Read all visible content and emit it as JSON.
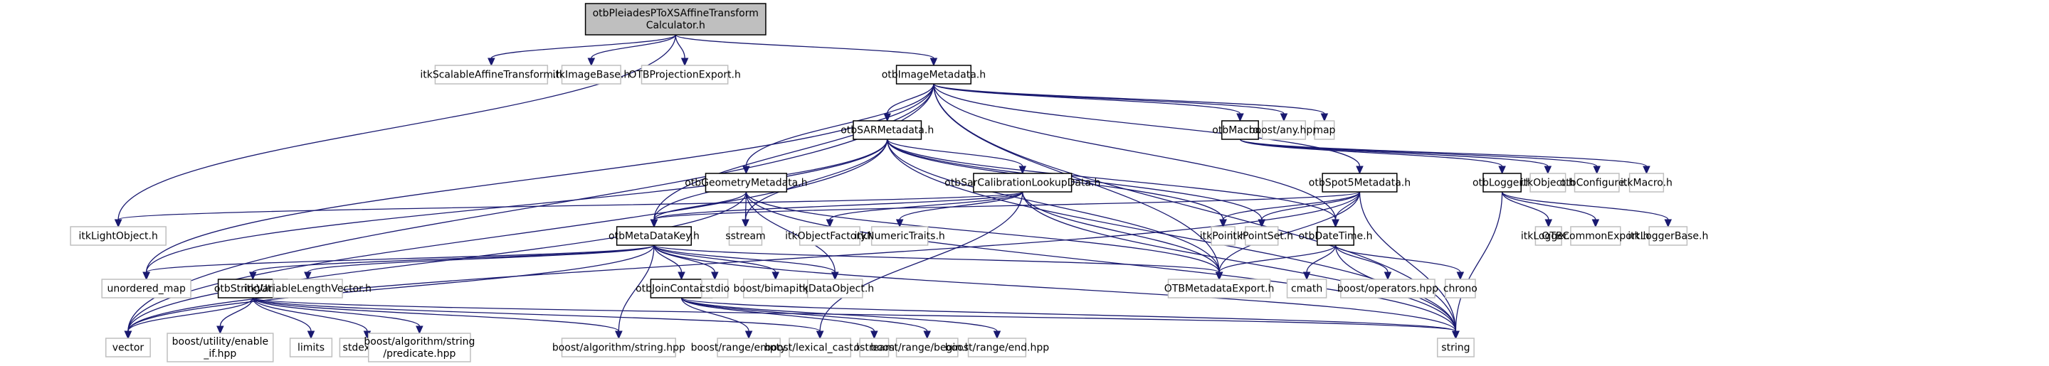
{
  "title": "otbPleiadesPToXSAffineTransformCalculator.h include dependency graph",
  "colors": {
    "edge": "#191970",
    "root_fill": "#bfbfbf",
    "internal_border": "#000000",
    "external_border": "#bfbfbf"
  },
  "nodes": [
    {
      "id": "root",
      "lines": [
        "otbPleiadesPToXSAffineTransform",
        "Calculator.h"
      ],
      "kind": "root"
    },
    {
      "id": "itkScalableAffineTransform",
      "lines": [
        "itkScalableAffineTransform.h"
      ],
      "kind": "ext"
    },
    {
      "id": "itkImageBase",
      "lines": [
        "itkImageBase.h"
      ],
      "kind": "ext"
    },
    {
      "id": "OTBProjectionExport",
      "lines": [
        "OTBProjectionExport.h"
      ],
      "kind": "ext"
    },
    {
      "id": "otbImageMetadata",
      "lines": [
        "otbImageMetadata.h"
      ],
      "kind": "int"
    },
    {
      "id": "otbSARMetadata",
      "lines": [
        "otbSARMetadata.h"
      ],
      "kind": "int"
    },
    {
      "id": "otbMacro",
      "lines": [
        "otbMacro.h"
      ],
      "kind": "int"
    },
    {
      "id": "boostAny",
      "lines": [
        "boost/any.hpp"
      ],
      "kind": "ext"
    },
    {
      "id": "map",
      "lines": [
        "map"
      ],
      "kind": "ext"
    },
    {
      "id": "otbGeometryMetadata",
      "lines": [
        "otbGeometryMetadata.h"
      ],
      "kind": "int"
    },
    {
      "id": "otbSarCalibrationLookupData",
      "lines": [
        "otbSarCalibrationLookupData.h"
      ],
      "kind": "int"
    },
    {
      "id": "otbSpot5Metadata",
      "lines": [
        "otbSpot5Metadata.h"
      ],
      "kind": "int"
    },
    {
      "id": "otbLogger",
      "lines": [
        "otbLogger.h"
      ],
      "kind": "int"
    },
    {
      "id": "itkObject",
      "lines": [
        "itkObject.h"
      ],
      "kind": "ext"
    },
    {
      "id": "otbConfigure",
      "lines": [
        "otbConfigure.h"
      ],
      "kind": "ext"
    },
    {
      "id": "itkMacro",
      "lines": [
        "itkMacro.h"
      ],
      "kind": "ext"
    },
    {
      "id": "itkLightObject",
      "lines": [
        "itkLightObject.h"
      ],
      "kind": "ext"
    },
    {
      "id": "otbMetaDataKey",
      "lines": [
        "otbMetaDataKey.h"
      ],
      "kind": "int"
    },
    {
      "id": "sstream",
      "lines": [
        "sstream"
      ],
      "kind": "ext"
    },
    {
      "id": "itkObjectFactory",
      "lines": [
        "itkObjectFactory.h"
      ],
      "kind": "ext"
    },
    {
      "id": "itkNumericTraits",
      "lines": [
        "itkNumericTraits.h"
      ],
      "kind": "ext"
    },
    {
      "id": "itkPoint",
      "lines": [
        "itkPoint.h"
      ],
      "kind": "ext"
    },
    {
      "id": "itkPointSet",
      "lines": [
        "itkPointSet.h"
      ],
      "kind": "ext"
    },
    {
      "id": "otbDateTime",
      "lines": [
        "otbDateTime.h"
      ],
      "kind": "int"
    },
    {
      "id": "itkLogger",
      "lines": [
        "itkLogger.h"
      ],
      "kind": "ext"
    },
    {
      "id": "OTBCommonExport",
      "lines": [
        "OTBCommonExport.h"
      ],
      "kind": "ext"
    },
    {
      "id": "itkLoggerBase",
      "lines": [
        "itkLoggerBase.h"
      ],
      "kind": "ext"
    },
    {
      "id": "unordered_map",
      "lines": [
        "unordered_map"
      ],
      "kind": "ext"
    },
    {
      "id": "otbStringUtils",
      "lines": [
        "otbStringUtils.h"
      ],
      "kind": "int"
    },
    {
      "id": "itkVariableLengthVector",
      "lines": [
        "itkVariableLengthVector.h"
      ],
      "kind": "ext"
    },
    {
      "id": "otbJoinContainer",
      "lines": [
        "otbJoinContainer.h"
      ],
      "kind": "int"
    },
    {
      "id": "cstdio",
      "lines": [
        "cstdio"
      ],
      "kind": "ext"
    },
    {
      "id": "boostBimap",
      "lines": [
        "boost/bimap.hpp"
      ],
      "kind": "ext"
    },
    {
      "id": "itkDataObject",
      "lines": [
        "itkDataObject.h"
      ],
      "kind": "ext"
    },
    {
      "id": "OTBMetadataExport",
      "lines": [
        "OTBMetadataExport.h"
      ],
      "kind": "ext"
    },
    {
      "id": "cmath",
      "lines": [
        "cmath"
      ],
      "kind": "ext"
    },
    {
      "id": "boostOperators",
      "lines": [
        "boost/operators.hpp"
      ],
      "kind": "ext"
    },
    {
      "id": "chrono",
      "lines": [
        "chrono"
      ],
      "kind": "ext"
    },
    {
      "id": "vector",
      "lines": [
        "vector"
      ],
      "kind": "ext"
    },
    {
      "id": "boostEnableIf",
      "lines": [
        "boost/utility/enable",
        "_if.hpp"
      ],
      "kind": "ext"
    },
    {
      "id": "limits",
      "lines": [
        "limits"
      ],
      "kind": "ext"
    },
    {
      "id": "stdexcept",
      "lines": [
        "stdexcept"
      ],
      "kind": "ext"
    },
    {
      "id": "boostPredicate",
      "lines": [
        "boost/algorithm/string",
        "/predicate.hpp"
      ],
      "kind": "ext"
    },
    {
      "id": "boostAlgoString",
      "lines": [
        "boost/algorithm/string.hpp"
      ],
      "kind": "ext"
    },
    {
      "id": "boostRangeEmpty",
      "lines": [
        "boost/range/empty.hpp"
      ],
      "kind": "ext"
    },
    {
      "id": "boostLexicalCast",
      "lines": [
        "boost/lexical_cast.hpp"
      ],
      "kind": "ext"
    },
    {
      "id": "ostream",
      "lines": [
        "ostream"
      ],
      "kind": "ext"
    },
    {
      "id": "boostRangeBegin",
      "lines": [
        "boost/range/begin.hpp"
      ],
      "kind": "ext"
    },
    {
      "id": "boostRangeEnd",
      "lines": [
        "boost/range/end.hpp"
      ],
      "kind": "ext"
    },
    {
      "id": "string",
      "lines": [
        "string"
      ],
      "kind": "ext"
    }
  ],
  "edges": [
    [
      "root",
      "itkScalableAffineTransform"
    ],
    [
      "root",
      "itkImageBase"
    ],
    [
      "root",
      "OTBProjectionExport"
    ],
    [
      "root",
      "otbImageMetadata"
    ],
    [
      "root",
      "itkLightObject"
    ],
    [
      "otbImageMetadata",
      "otbSARMetadata"
    ],
    [
      "otbImageMetadata",
      "otbMacro"
    ],
    [
      "otbImageMetadata",
      "boostAny"
    ],
    [
      "otbImageMetadata",
      "map"
    ],
    [
      "otbImageMetadata",
      "string"
    ],
    [
      "otbImageMetadata",
      "vector"
    ],
    [
      "otbImageMetadata",
      "otbGeometryMetadata"
    ],
    [
      "otbImageMetadata",
      "otbSpot5Metadata"
    ],
    [
      "otbImageMetadata",
      "otbMetaDataKey"
    ],
    [
      "otbImageMetadata",
      "OTBMetadataExport"
    ],
    [
      "otbImageMetadata",
      "unordered_map"
    ],
    [
      "otbImageMetadata",
      "otbDateTime"
    ],
    [
      "otbSARMetadata",
      "otbSarCalibrationLookupData"
    ],
    [
      "otbSARMetadata",
      "otbMetaDataKey"
    ],
    [
      "otbSARMetadata",
      "itkPoint"
    ],
    [
      "otbSARMetadata",
      "itkPointSet"
    ],
    [
      "otbSARMetadata",
      "OTBMetadataExport"
    ],
    [
      "otbSARMetadata",
      "otbDateTime"
    ],
    [
      "otbSARMetadata",
      "string"
    ],
    [
      "otbSARMetadata",
      "vector"
    ],
    [
      "otbSARMetadata",
      "sstream"
    ],
    [
      "otbSARMetadata",
      "unordered_map"
    ],
    [
      "otbMacro",
      "otbLogger"
    ],
    [
      "otbMacro",
      "itkObject"
    ],
    [
      "otbMacro",
      "otbConfigure"
    ],
    [
      "otbMacro",
      "itkMacro"
    ],
    [
      "otbLogger",
      "itkLogger"
    ],
    [
      "otbLogger",
      "OTBCommonExport"
    ],
    [
      "otbLogger",
      "itkLoggerBase"
    ],
    [
      "otbLogger",
      "string"
    ],
    [
      "otbGeometryMetadata",
      "otbMetaDataKey"
    ],
    [
      "otbGeometryMetadata",
      "sstream"
    ],
    [
      "otbGeometryMetadata",
      "itkDataObject"
    ],
    [
      "otbGeometryMetadata",
      "OTBMetadataExport"
    ],
    [
      "otbGeometryMetadata",
      "vector"
    ],
    [
      "otbGeometryMetadata",
      "string"
    ],
    [
      "otbSarCalibrationLookupData",
      "itkLightObject"
    ],
    [
      "otbSarCalibrationLookupData",
      "otbMetaDataKey"
    ],
    [
      "otbSarCalibrationLookupData",
      "itkObjectFactory"
    ],
    [
      "otbSarCalibrationLookupData",
      "itkNumericTraits"
    ],
    [
      "otbSarCalibrationLookupData",
      "OTBMetadataExport"
    ],
    [
      "otbSarCalibrationLookupData",
      "string"
    ],
    [
      "otbSarCalibrationLookupData",
      "boostLexicalCast"
    ],
    [
      "otbSpot5Metadata",
      "otbMetaDataKey"
    ],
    [
      "otbSpot5Metadata",
      "itkPoint"
    ],
    [
      "otbSpot5Metadata",
      "itkPointSet"
    ],
    [
      "otbSpot5Metadata",
      "otbDateTime"
    ],
    [
      "otbSpot5Metadata",
      "OTBMetadataExport"
    ],
    [
      "otbSpot5Metadata",
      "string"
    ],
    [
      "otbSpot5Metadata",
      "vector"
    ],
    [
      "otbDateTime",
      "OTBMetadataExport"
    ],
    [
      "otbDateTime",
      "cmath"
    ],
    [
      "otbDateTime",
      "boostOperators"
    ],
    [
      "otbDateTime",
      "chrono"
    ],
    [
      "otbDateTime",
      "string"
    ],
    [
      "otbMetaDataKey",
      "otbJoinContainer"
    ],
    [
      "otbMetaDataKey",
      "cstdio"
    ],
    [
      "otbMetaDataKey",
      "boostBimap"
    ],
    [
      "otbMetaDataKey",
      "itkDataObject"
    ],
    [
      "otbMetaDataKey",
      "OTBMetadataExport"
    ],
    [
      "otbMetaDataKey",
      "otbStringUtils"
    ],
    [
      "otbMetaDataKey",
      "itkVariableLengthVector"
    ],
    [
      "otbMetaDataKey",
      "unordered_map"
    ],
    [
      "otbMetaDataKey",
      "vector"
    ],
    [
      "otbMetaDataKey",
      "boostAlgoString"
    ],
    [
      "otbMetaDataKey",
      "string"
    ],
    [
      "otbStringUtils",
      "vector"
    ],
    [
      "otbStringUtils",
      "boostEnableIf"
    ],
    [
      "otbStringUtils",
      "limits"
    ],
    [
      "otbStringUtils",
      "stdexcept"
    ],
    [
      "otbStringUtils",
      "boostPredicate"
    ],
    [
      "otbStringUtils",
      "boostAlgoString"
    ],
    [
      "otbStringUtils",
      "boostLexicalCast"
    ],
    [
      "otbStringUtils",
      "string"
    ],
    [
      "otbJoinContainer",
      "boostRangeEmpty"
    ],
    [
      "otbJoinContainer",
      "ostream"
    ],
    [
      "otbJoinContainer",
      "boostRangeBegin"
    ],
    [
      "otbJoinContainer",
      "boostRangeEnd"
    ],
    [
      "otbJoinContainer",
      "string"
    ]
  ]
}
